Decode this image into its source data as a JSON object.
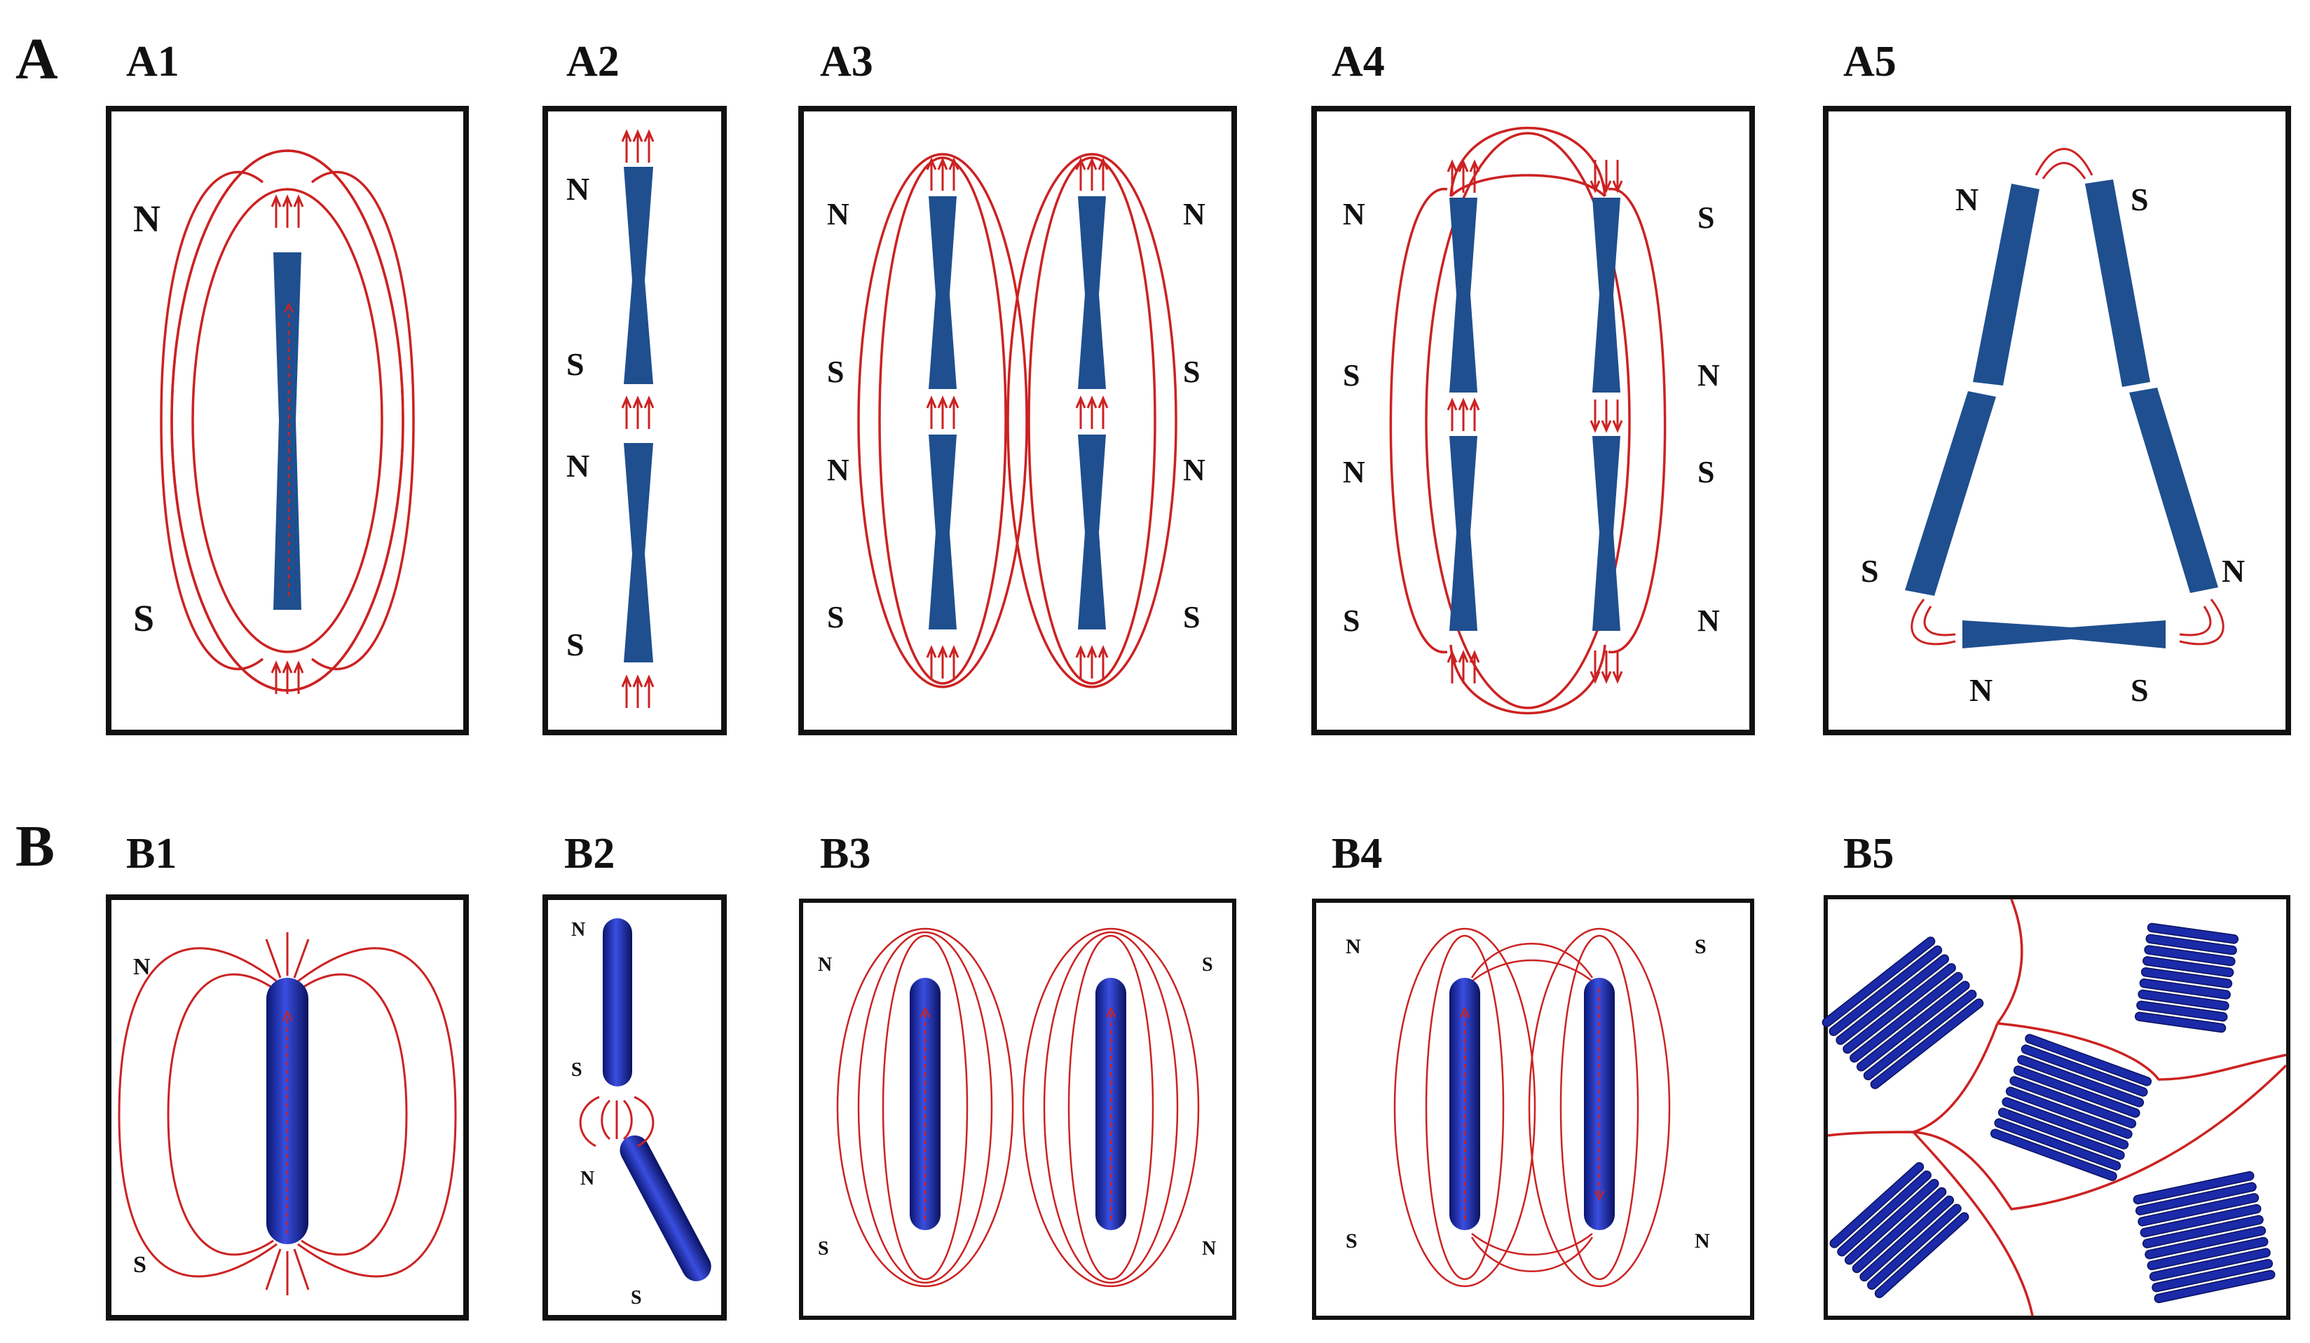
{
  "colors": {
    "rod": "#1f4f8f",
    "rod_round": "#1a2aa8",
    "field": "#cc2222",
    "frame": "#111111"
  },
  "rows": [
    {
      "id": "A",
      "label": "A"
    },
    {
      "id": "B",
      "label": "B"
    }
  ],
  "panels": {
    "A1": {
      "label": "A1",
      "poles": [
        "N",
        "S"
      ]
    },
    "A2": {
      "label": "A2",
      "poles": [
        "N",
        "S",
        "N",
        "S"
      ]
    },
    "A3": {
      "label": "A3",
      "poles": [
        "N",
        "S",
        "N",
        "S",
        "N",
        "S",
        "N",
        "S"
      ]
    },
    "A4": {
      "label": "A4",
      "poles": [
        "N",
        "S",
        "N",
        "S",
        "S",
        "N",
        "S",
        "N"
      ]
    },
    "A5": {
      "label": "A5",
      "poles": [
        "N",
        "S",
        "S",
        "N",
        "N",
        "S"
      ]
    },
    "B1": {
      "label": "B1",
      "poles": [
        "N",
        "S"
      ]
    },
    "B2": {
      "label": "B2",
      "poles": [
        "N",
        "S",
        "N",
        "S"
      ]
    },
    "B3": {
      "label": "B3",
      "poles": [
        "N",
        "S",
        "S",
        "N"
      ]
    },
    "B4": {
      "label": "B4",
      "poles": [
        "N",
        "S",
        "S",
        "N"
      ]
    },
    "B5": {
      "label": "B5"
    }
  }
}
